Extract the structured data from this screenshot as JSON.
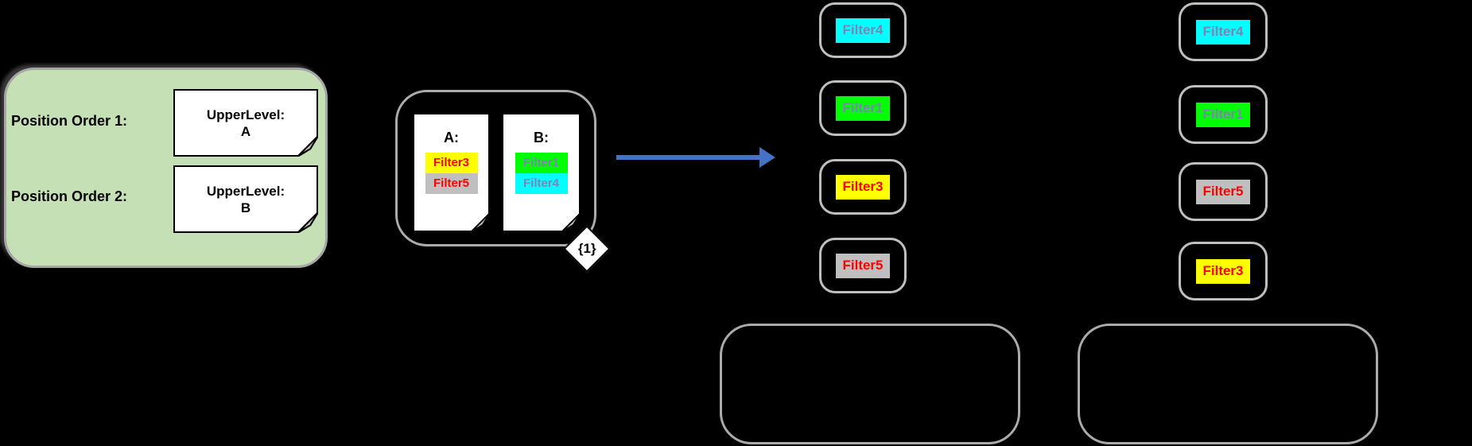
{
  "colors": {
    "background": "#000000",
    "legend_fill": "#C5E0B4",
    "panel_border_gray": "#ABABAB",
    "chip_border_gray": "#BFBFBF",
    "arrow_blue": "#4472C4",
    "filter_yellow": "#FFFF00",
    "filter_gray": "#BFBFBF",
    "filter_green": "#00FF00",
    "filter_cyan": "#00FFFF",
    "filter_red_text": "#FF0000",
    "filter_bluegray_text": "#7E84B4"
  },
  "icons": {
    "folded_corner": "dog-ear note corner",
    "arrow_head": "right-pointing triangle"
  },
  "legend_panel": {
    "rows": [
      {
        "label": "Position Order 1:",
        "note": {
          "line1": "UpperLevel:",
          "line2": "A"
        }
      },
      {
        "label": "Position Order 2:",
        "note": {
          "line1": "UpperLevel:",
          "line2": "B"
        }
      }
    ]
  },
  "source_box": {
    "badge": "{1}",
    "documents": [
      {
        "title": "A:",
        "filters": [
          {
            "label": "Filter3",
            "bg": "#FFFF00",
            "color": "#FF0000"
          },
          {
            "label": "Filter5",
            "bg": "#BFBFBF",
            "color": "#FF0000"
          }
        ]
      },
      {
        "title": "B:",
        "filters": [
          {
            "label": "Filter1",
            "bg": "#00FF00",
            "color": "#7E84B4"
          },
          {
            "label": "Filter4",
            "bg": "#00FFFF",
            "color": "#7E84B4"
          }
        ]
      }
    ]
  },
  "result_columns": [
    {
      "chips": [
        {
          "label": "Filter4",
          "bg": "#00FFFF",
          "color": "#7E84B4"
        },
        {
          "label": "Filter1",
          "bg": "#00FF00",
          "color": "#7E84B4"
        },
        {
          "label": "Filter3",
          "bg": "#FFFF00",
          "color": "#FF0000"
        },
        {
          "label": "Filter5",
          "bg": "#BFBFBF",
          "color": "#FF0000"
        }
      ]
    },
    {
      "chips": [
        {
          "label": "Filter4",
          "bg": "#00FFFF",
          "color": "#7E84B4"
        },
        {
          "label": "Filter1",
          "bg": "#00FF00",
          "color": "#7E84B4"
        },
        {
          "label": "Filter5",
          "bg": "#BFBFBF",
          "color": "#FF0000"
        },
        {
          "label": "Filter3",
          "bg": "#FFFF00",
          "color": "#FF0000"
        }
      ]
    }
  ]
}
